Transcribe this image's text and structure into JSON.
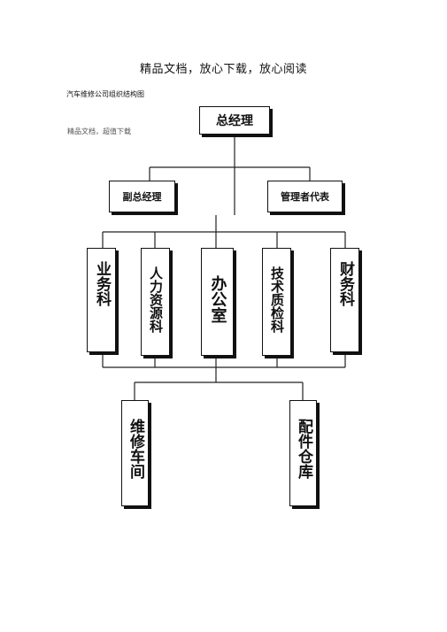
{
  "header_text": "精品文档，放心下载，放心阅读",
  "doc_title": "汽车维修公司组织结构图",
  "watermark": "精品文档，超值下载",
  "org_chart": {
    "root": "总经理",
    "level2": [
      "副总经理",
      "管理者代表"
    ],
    "departments": [
      "业务科",
      "人力资源科",
      "办公室",
      "技术质检科",
      "财务科"
    ],
    "bottom": [
      "维修车间",
      "配件仓库"
    ]
  }
}
